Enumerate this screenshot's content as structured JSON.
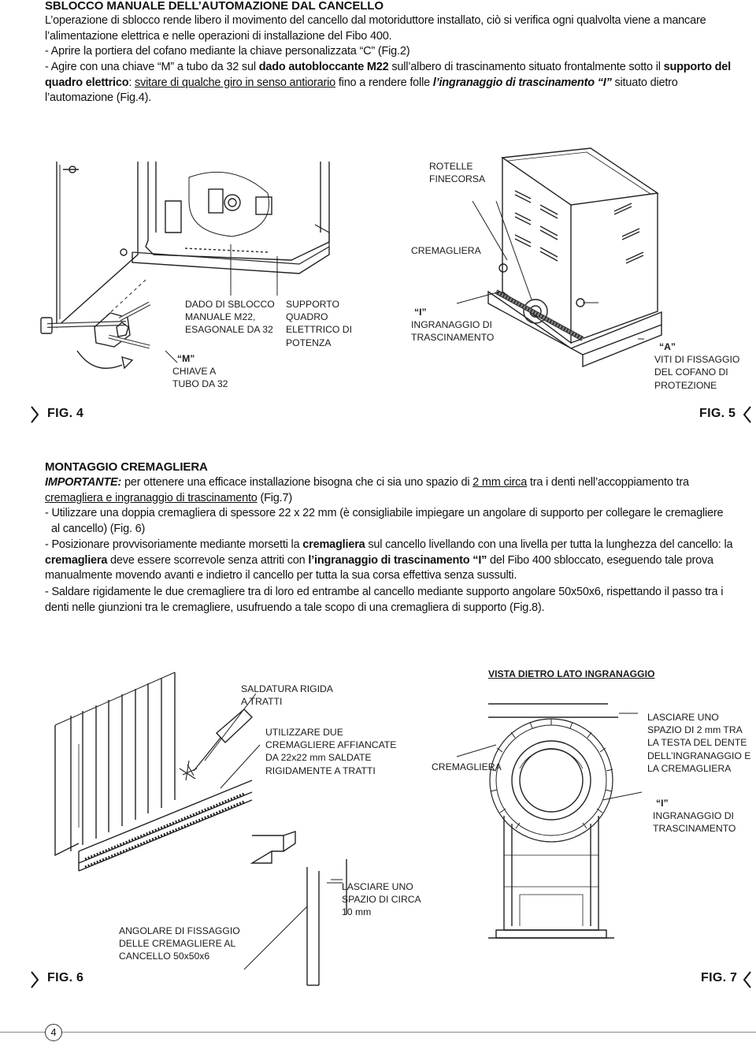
{
  "section1": {
    "title": "SBLOCCO MANUALE DELL’AUTOMAZIONE DAL CANCELLO",
    "intro": "L’operazione di sblocco rende libero il movimento del cancello dal motoriduttore installato, ciò si verifica ogni qualvolta viene a mancare l’alimentazione elettrica e nelle operazioni di installazione del Fibo 400.",
    "step1": "- Aprire la portiera del cofano mediante la chiave personalizzata “C” (Fig.2)",
    "step2_a": "- Agire con una chiave “M” a tubo da 32 sul ",
    "step2_b": "dado autobloccante M22",
    "step2_c": " sull’albero di trascinamento situato frontalmente sotto il ",
    "step2_d": "supporto del quadro elettrico",
    "step2_e": ": ",
    "step2_f": "svitare di qualche giro in senso antiorario",
    "step2_g": " fino a rendere folle ",
    "step2_h": "l’ingranaggio di trascinamento “I”",
    "step2_i": " situato dietro l’automazione (Fig.4)."
  },
  "fig4": {
    "label": "FIG. 4",
    "dado_l1": "DADO DI SBLOCCO",
    "dado_l2": "MANUALE M22,",
    "dado_l3": "ESAGONALE DA 32",
    "supp_l1": "SUPPORTO",
    "supp_l2": "QUADRO",
    "supp_l3": "ELETTRICO DI",
    "supp_l4": "POTENZA",
    "m_l1": "“M”",
    "m_l2": "CHIAVE A",
    "m_l3": "TUBO DA 32"
  },
  "fig5": {
    "label": "FIG. 5",
    "rot_l1": "ROTELLE",
    "rot_l2": "FINECORSA",
    "crem": "CREMAGLIERA",
    "i_l1": "“I”",
    "i_l2": "INGRANAGGIO DI",
    "i_l3": "TRASCINAMENTO",
    "a_l1": "“A”",
    "a_l2": "VITI DI FISSAGGIO",
    "a_l3": "DEL COFANO DI",
    "a_l4": "PROTEZIONE"
  },
  "section2": {
    "title": "MONTAGGIO CREMAGLIERA",
    "imp": "IMPORTANTE:",
    "p1_a": " per ottenere una efficace installazione bisogna che ci sia uno spazio di ",
    "p1_b": "2 mm circa",
    "p1_c": " tra i denti nell’accoppiamento tra ",
    "p1_d": "cremagliera e ingranaggio di trascinamento",
    "p1_e": " (Fig.7)",
    "b1_l1": "- Utilizzare una doppia cremagliera di spessore 22 x 22 mm (è consigliabile impiegare un angolare di supporto per collegare le cremagliere",
    "b1_l2": "al cancello) (Fig. 6)",
    "b2_a": "- Posizionare provvisoriamente mediante morsetti la ",
    "b2_b": "cremagliera",
    "b2_c": " sul cancello livellando con una livella per tutta la lunghezza del cancello: la ",
    "b2_d": "cremagliera",
    "b2_e": " deve essere scorrevole senza attriti con ",
    "b2_f": "l’ingranaggio di trascinamento “I”",
    "b2_g": " del Fibo 400 sbloccato, eseguendo tale prova manualmente movendo avanti e indietro il cancello per tutta la sua corsa effettiva senza sussulti.",
    "b3": "- Saldare rigidamente le due cremagliere tra di loro ed entrambe al cancello mediante supporto angolare 50x50x6, rispettando il passo tra i denti nelle giunzioni tra le cremagliere, usufruendo a tale scopo di una cremagliera di supporto (Fig.8)."
  },
  "fig6": {
    "label": "FIG. 6",
    "sald_l1": "SALDATURA RIGIDA",
    "sald_l2": "A TRATTI",
    "util_l1": "UTILIZZARE DUE",
    "util_l2": "CREMAGLIERE AFFIANCATE",
    "util_l3": "DA 22x22 mm SALDATE",
    "util_l4": "RIGIDAMENTE A TRATTI",
    "lasc_l1": "LASCIARE UNO",
    "lasc_l2": "SPAZIO DI CIRCA",
    "lasc_l3": "10 mm",
    "ang_l1": "ANGOLARE DI FISSAGGIO",
    "ang_l2": "DELLE CREMAGLIERE AL",
    "ang_l3": "CANCELLO 50x50x6"
  },
  "fig7": {
    "label": "FIG. 7",
    "vista": "VISTA DIETRO LATO INGRANAGGIO",
    "crem": "CREMAGLIERA",
    "lasc_l1": "LASCIARE UNO",
    "lasc_l2": "SPAZIO DI 2 mm TRA",
    "lasc_l3": "LA TESTA DEL DENTE",
    "lasc_l4": "DELL’INGRANAGGIO E",
    "lasc_l5": "LA CREMAGLIERA",
    "i_l1": "“I”",
    "i_l2": "INGRANAGGIO DI",
    "i_l3": "TRASCINAMENTO"
  },
  "footer": {
    "page_number": "4"
  }
}
